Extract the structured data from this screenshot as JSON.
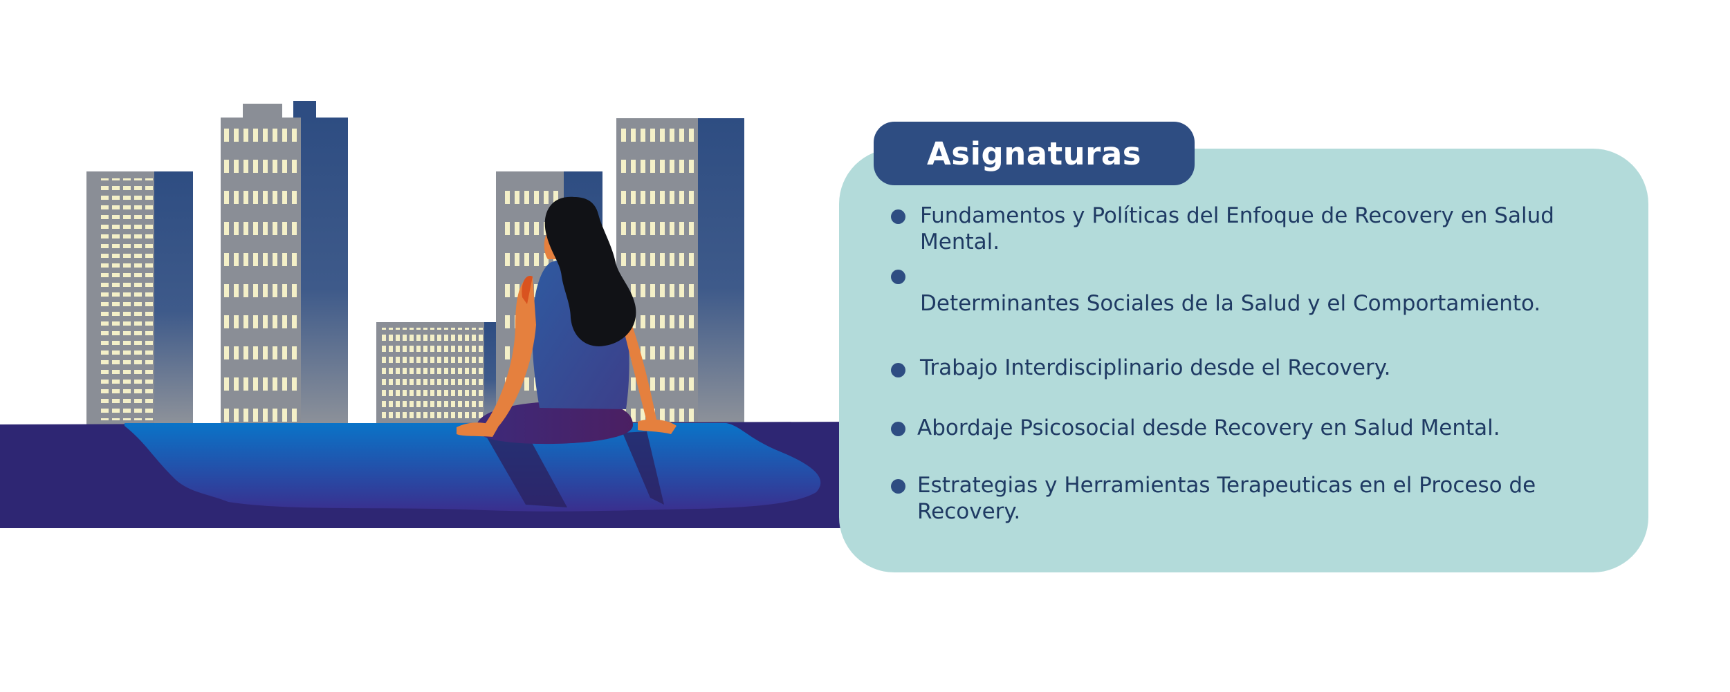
{
  "card": {
    "title": "Asignaturas",
    "items": [
      "Fundamentos y Políticas del Enfoque de Recovery en Salud Mental.",
      "",
      "Determinantes Sociales de la Salud y el Comportamiento.",
      "Trabajo Interdisciplinario desde el Recovery.",
      "Abordaje Psicosocial desde Recovery en Salud Mental.",
      "Estrategias y Herramientas Terapeuticas en el Proceso de Recovery."
    ]
  },
  "colors": {
    "card_background": "#b3dbda",
    "title_background": "#2e4d82",
    "title_text": "#ffffff",
    "item_text": "#1f3a63",
    "bullet": "#2e4d82",
    "ground": "#2e2673",
    "water": "#0a6fc2",
    "building_blue": "#2e4d82",
    "building_grey": "#8a8e96",
    "window_light": "#f4f0c8"
  },
  "illustration": {
    "subject": "woman-sitting-by-water-facing-city-icon"
  }
}
